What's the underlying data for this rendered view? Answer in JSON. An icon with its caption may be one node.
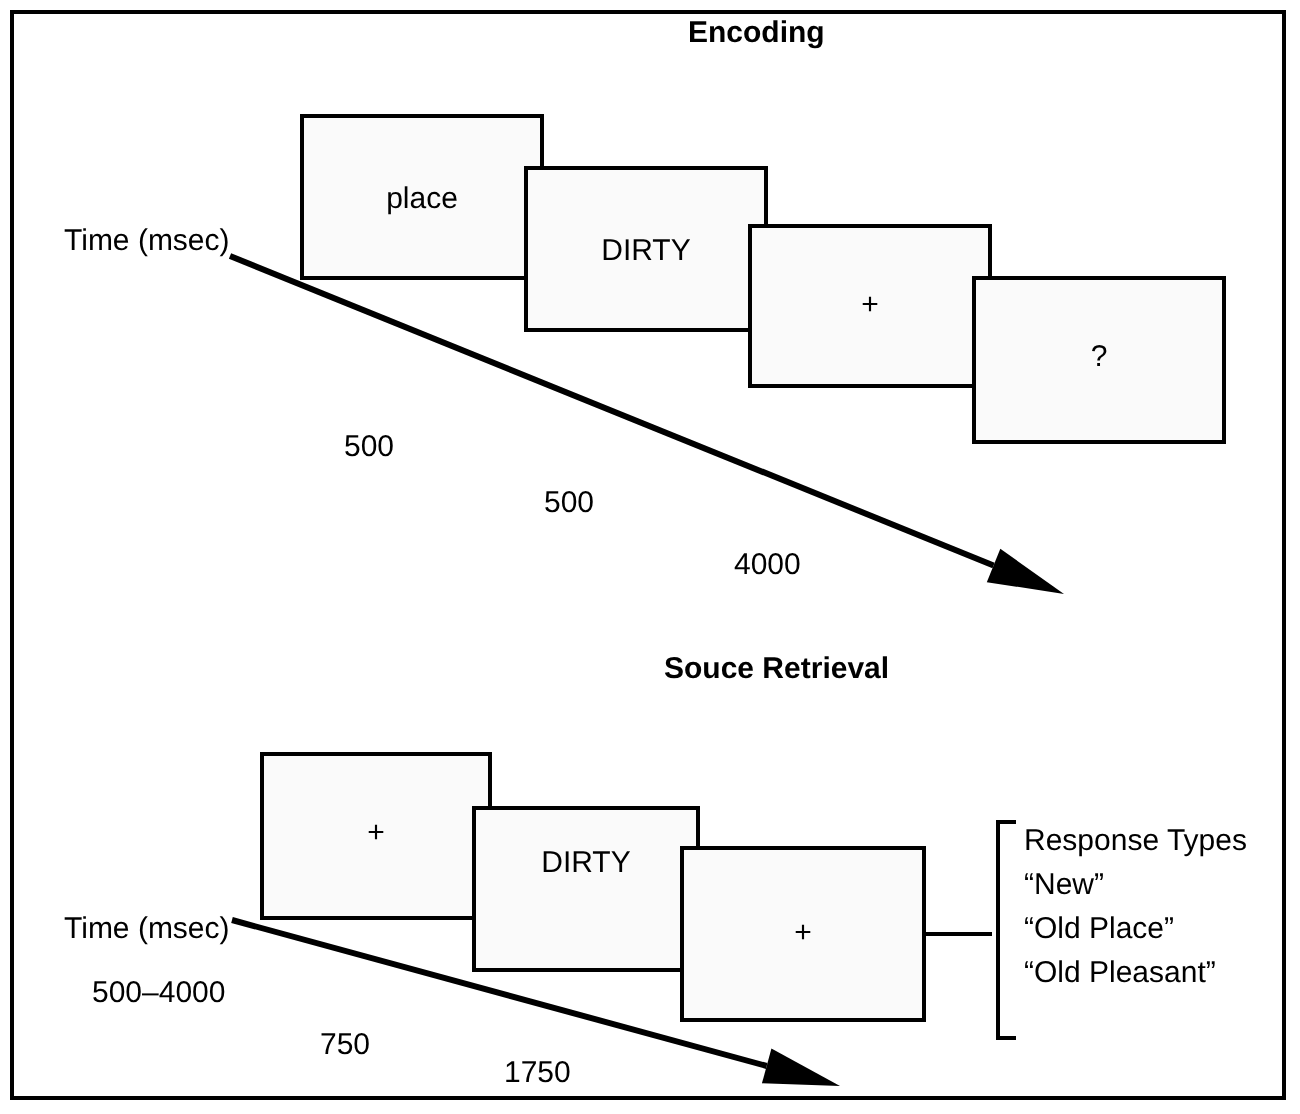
{
  "diagram": {
    "nodes": [
      {
        "text": [
          "place"
        ]
      },
      {
        "text": [
          "DIRTY"
        ]
      },
      {
        "text": [
          "+"
        ]
      },
      {
        "text": [
          "?"
        ]
      },
      {
        "text": [
          "+"
        ]
      },
      {
        "text": [
          "DIRTY"
        ]
      },
      {
        "text": [
          "+"
        ]
      },
      {
        "text": [
          "Response Types",
          "“New”",
          "“Old Place”",
          "“Old Pleasant”"
        ]
      }
    ],
    "edges": [
      {
        "from": 6,
        "to": 7,
        "arrow": "none"
      }
    ],
    "labels": [
      "Encoding",
      "Time (msec)",
      "500",
      "500",
      "4000",
      "Souce Retrieval",
      "Time (msec)",
      "500–4000",
      "750",
      "1750"
    ]
  }
}
